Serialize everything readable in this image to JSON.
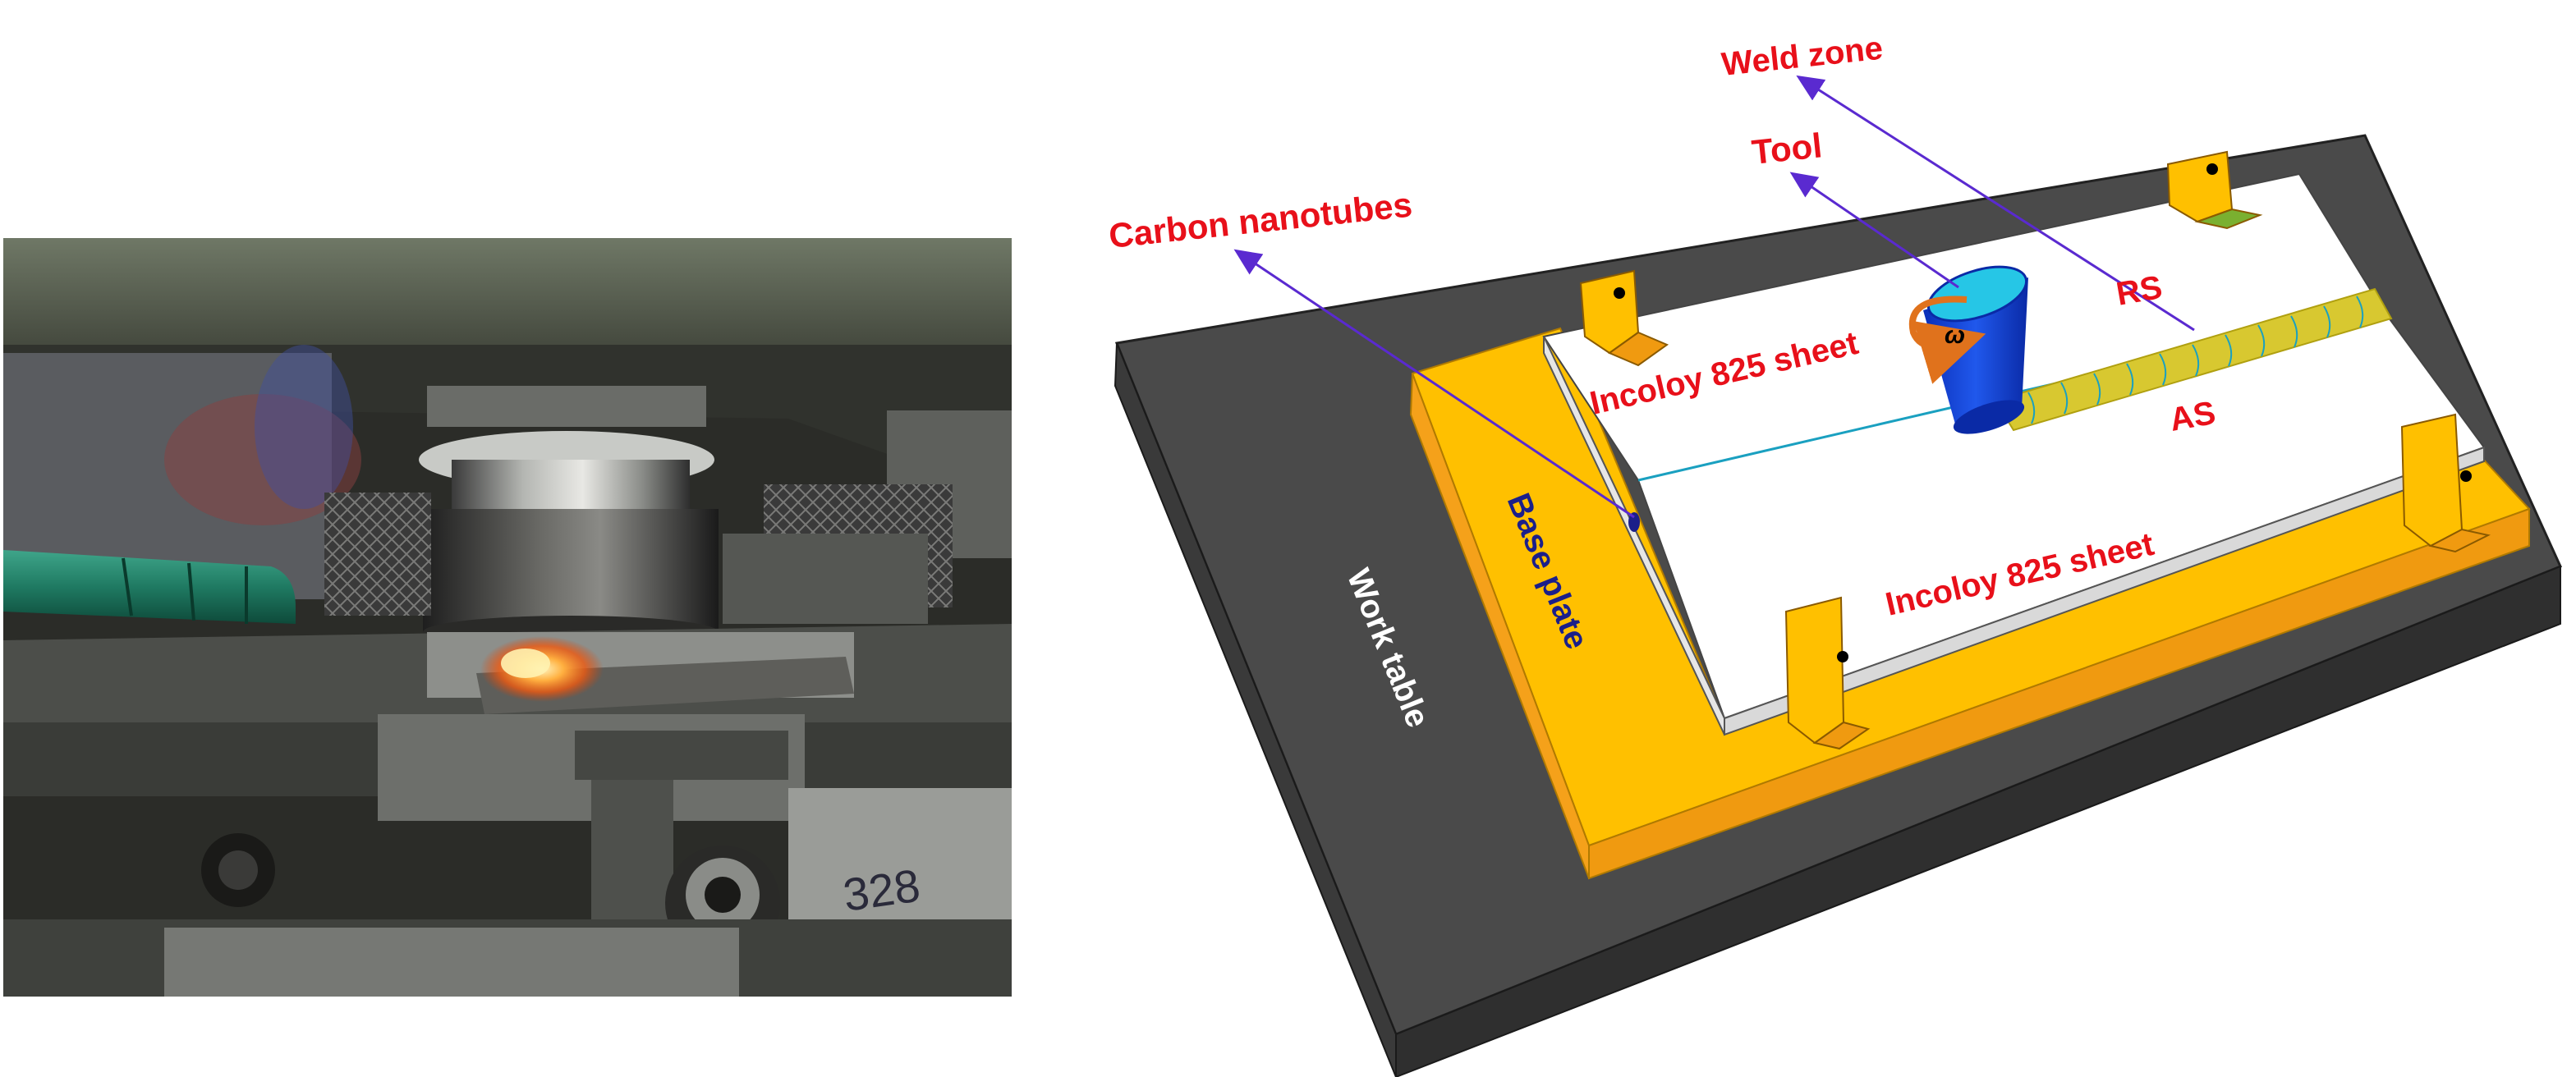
{
  "labels": {
    "weld_zone": "Weld zone",
    "tool": "Tool",
    "carbon_nanotubes": "Carbon nanotubes",
    "rs": "RS",
    "as": "AS",
    "omega": "ω",
    "sheet_top": "Incoloy 825 sheet",
    "sheet_bottom": "Incoloy 825 sheet",
    "base_plate": "Base plate",
    "work_table": "Work table",
    "photo_marking": "328"
  },
  "colors": {
    "label_red": "#e8101a",
    "label_navy": "#1b1f8a",
    "leader_line": "#5a2ad0",
    "work_table": "#4a4a4a",
    "base_plate": "#ffc000",
    "tool": "#1d4fe0",
    "weld_bead": "#d8c830"
  },
  "icons": {
    "rotation": "curved-arrow-icon"
  }
}
